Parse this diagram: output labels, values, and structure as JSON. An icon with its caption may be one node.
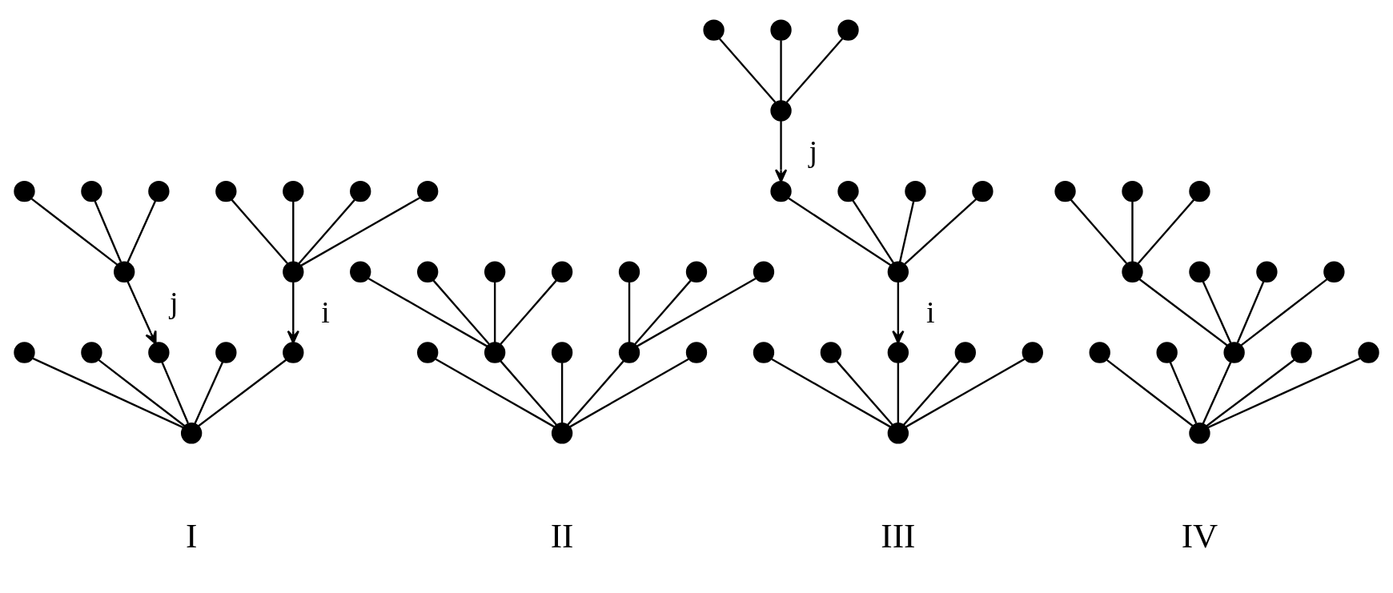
{
  "diagram": {
    "nodes": [
      {
        "text": [],
        "shape": "circle"
      },
      {
        "text": [],
        "shape": "circle"
      },
      {
        "text": [],
        "shape": "circle"
      },
      {
        "text": [],
        "shape": "circle"
      },
      {
        "text": [],
        "shape": "circle"
      },
      {
        "text": [],
        "shape": "circle"
      },
      {
        "text": [],
        "shape": "circle"
      },
      {
        "text": [],
        "shape": "circle"
      },
      {
        "text": [],
        "shape": "circle"
      },
      {
        "text": [],
        "shape": "circle"
      },
      {
        "text": [],
        "shape": "circle"
      },
      {
        "text": [],
        "shape": "circle"
      },
      {
        "text": [],
        "shape": "circle"
      },
      {
        "text": [],
        "shape": "circle"
      },
      {
        "text": [],
        "shape": "circle"
      },
      {
        "text": [],
        "shape": "circle"
      },
      {
        "text": [],
        "shape": "circle"
      },
      {
        "text": [],
        "shape": "circle"
      },
      {
        "text": [],
        "shape": "circle"
      },
      {
        "text": [],
        "shape": "circle"
      },
      {
        "text": [],
        "shape": "circle"
      },
      {
        "text": [],
        "shape": "circle"
      },
      {
        "text": [],
        "shape": "circle"
      },
      {
        "text": [],
        "shape": "circle"
      },
      {
        "text": [],
        "shape": "circle"
      },
      {
        "text": [],
        "shape": "circle"
      },
      {
        "text": [],
        "shape": "circle"
      },
      {
        "text": [],
        "shape": "circle"
      },
      {
        "text": [],
        "shape": "circle"
      },
      {
        "text": [],
        "shape": "circle"
      },
      {
        "text": [],
        "shape": "circle"
      },
      {
        "text": [],
        "shape": "circle"
      },
      {
        "text": [],
        "shape": "circle"
      },
      {
        "text": [],
        "shape": "circle"
      },
      {
        "text": [],
        "shape": "circle"
      },
      {
        "text": [],
        "shape": "circle"
      },
      {
        "text": [],
        "shape": "circle"
      },
      {
        "text": [],
        "shape": "circle"
      },
      {
        "text": [],
        "shape": "circle"
      },
      {
        "text": [],
        "shape": "circle"
      },
      {
        "text": [],
        "shape": "circle"
      },
      {
        "text": [],
        "shape": "circle"
      },
      {
        "text": [],
        "shape": "circle"
      },
      {
        "text": [],
        "shape": "circle"
      },
      {
        "text": [],
        "shape": "circle"
      },
      {
        "text": [],
        "shape": "circle"
      },
      {
        "text": [],
        "shape": "circle"
      },
      {
        "text": [],
        "shape": "circle"
      },
      {
        "text": [],
        "shape": "circle"
      },
      {
        "text": [],
        "shape": "circle"
      },
      {
        "text": [],
        "shape": "circle"
      },
      {
        "text": [],
        "shape": "circle"
      },
      {
        "text": [],
        "shape": "circle"
      },
      {
        "text": [],
        "shape": "circle"
      },
      {
        "text": [],
        "shape": "circle"
      },
      {
        "text": [],
        "shape": "circle"
      }
    ],
    "edges": [
      {
        "from": 1,
        "to": 0,
        "arrow": "none"
      },
      {
        "from": 2,
        "to": 0,
        "arrow": "none"
      },
      {
        "from": 3,
        "to": 0,
        "arrow": "none"
      },
      {
        "from": 4,
        "to": 0,
        "arrow": "none"
      },
      {
        "from": 6,
        "to": 5,
        "arrow": "none"
      },
      {
        "from": 7,
        "to": 5,
        "arrow": "none"
      },
      {
        "from": 8,
        "to": 5,
        "arrow": "none"
      },
      {
        "from": 10,
        "to": 9,
        "arrow": "none"
      },
      {
        "from": 11,
        "to": 9,
        "arrow": "none"
      },
      {
        "from": 12,
        "to": 9,
        "arrow": "none"
      },
      {
        "from": 13,
        "to": 9,
        "arrow": "none"
      },
      {
        "from": 14,
        "to": 9,
        "arrow": "none"
      },
      {
        "from": 0,
        "to": 11,
        "arrow": "to",
        "label": "i"
      },
      {
        "from": 5,
        "to": 13,
        "arrow": "to",
        "label": "j"
      },
      {
        "from": 16,
        "to": 15,
        "arrow": "none"
      },
      {
        "from": 17,
        "to": 15,
        "arrow": "none"
      },
      {
        "from": 18,
        "to": 15,
        "arrow": "none"
      },
      {
        "from": 19,
        "to": 15,
        "arrow": "none"
      },
      {
        "from": 20,
        "to": 15,
        "arrow": "none"
      },
      {
        "from": 21,
        "to": 17,
        "arrow": "none"
      },
      {
        "from": 22,
        "to": 17,
        "arrow": "none"
      },
      {
        "from": 23,
        "to": 17,
        "arrow": "none"
      },
      {
        "from": 24,
        "to": 17,
        "arrow": "none"
      },
      {
        "from": 25,
        "to": 19,
        "arrow": "none"
      },
      {
        "from": 26,
        "to": 19,
        "arrow": "none"
      },
      {
        "from": 27,
        "to": 19,
        "arrow": "none"
      },
      {
        "from": 29,
        "to": 28,
        "arrow": "none"
      },
      {
        "from": 30,
        "to": 28,
        "arrow": "none"
      },
      {
        "from": 31,
        "to": 28,
        "arrow": "none"
      },
      {
        "from": 28,
        "to": 35,
        "arrow": "to",
        "label": "j"
      },
      {
        "from": 33,
        "to": 32,
        "arrow": "none"
      },
      {
        "from": 34,
        "to": 32,
        "arrow": "none"
      },
      {
        "from": 35,
        "to": 32,
        "arrow": "none"
      },
      {
        "from": 36,
        "to": 32,
        "arrow": "none"
      },
      {
        "from": 32,
        "to": 40,
        "arrow": "to",
        "label": "i"
      },
      {
        "from": 38,
        "to": 37,
        "arrow": "none"
      },
      {
        "from": 39,
        "to": 37,
        "arrow": "none"
      },
      {
        "from": 40,
        "to": 37,
        "arrow": "none"
      },
      {
        "from": 41,
        "to": 37,
        "arrow": "none"
      },
      {
        "from": 42,
        "to": 37,
        "arrow": "none"
      },
      {
        "from": 44,
        "to": 43,
        "arrow": "none"
      },
      {
        "from": 45,
        "to": 43,
        "arrow": "none"
      },
      {
        "from": 46,
        "to": 43,
        "arrow": "none"
      },
      {
        "from": 47,
        "to": 43,
        "arrow": "none"
      },
      {
        "from": 48,
        "to": 43,
        "arrow": "none"
      },
      {
        "from": 49,
        "to": 46,
        "arrow": "none"
      },
      {
        "from": 50,
        "to": 46,
        "arrow": "none"
      },
      {
        "from": 51,
        "to": 46,
        "arrow": "none"
      },
      {
        "from": 52,
        "to": 46,
        "arrow": "none"
      },
      {
        "from": 53,
        "to": 51,
        "arrow": "none"
      },
      {
        "from": 54,
        "to": 51,
        "arrow": "none"
      },
      {
        "from": 55,
        "to": 51,
        "arrow": "none"
      }
    ],
    "labels": [
      "I",
      "II",
      "III",
      "IV"
    ]
  }
}
